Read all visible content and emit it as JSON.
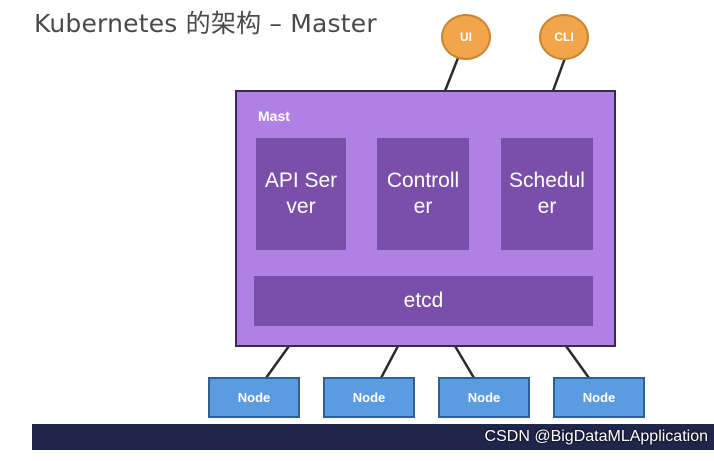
{
  "title": "Kubernetes 的架构 – Master",
  "clients": [
    {
      "label": "UI"
    },
    {
      "label": "CLI"
    }
  ],
  "master": {
    "label": "Mast",
    "components": [
      {
        "label": "API Server"
      },
      {
        "label": "Controller"
      },
      {
        "label": "Scheduler"
      }
    ],
    "store": {
      "label": "etcd"
    }
  },
  "nodes": [
    {
      "label": "Node"
    },
    {
      "label": "Node"
    },
    {
      "label": "Node"
    },
    {
      "label": "Node"
    }
  ],
  "watermark": "CSDN @BigDataMLApplication",
  "colors": {
    "client": "#f2a64b",
    "master": "#b081e4",
    "component": "#7a4fa9",
    "node": "#5b9ce0",
    "footer": "#20254a"
  }
}
